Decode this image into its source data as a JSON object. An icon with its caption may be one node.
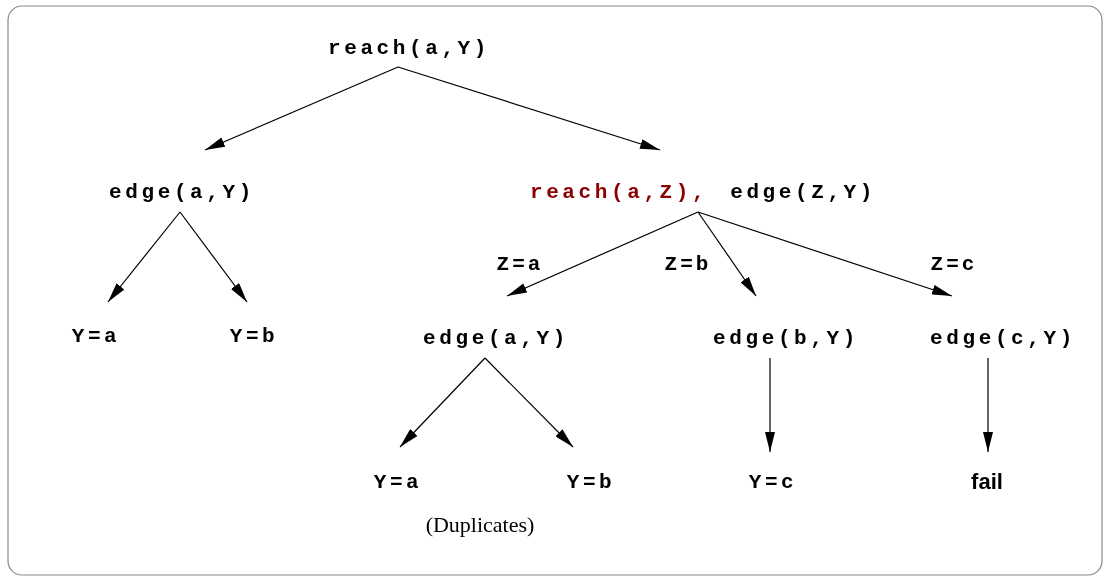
{
  "diagram": {
    "nodes": [
      {
        "text": [
          "reach(a,Y)"
        ]
      },
      {
        "text": [
          "edge(a,Y)"
        ]
      },
      {
        "text": [
          "reach(a,Z),",
          "edge(Z,Y)"
        ]
      },
      {
        "text": [
          "Y=a"
        ]
      },
      {
        "text": [
          "Y=b"
        ]
      },
      {
        "text": [
          "edge(a,Y)"
        ]
      },
      {
        "text": [
          "edge(b,Y)"
        ]
      },
      {
        "text": [
          "edge(c,Y)"
        ]
      },
      {
        "text": [
          "Y=a"
        ]
      },
      {
        "text": [
          "Y=b"
        ]
      },
      {
        "text": [
          "Y=c"
        ]
      },
      {
        "text": [
          "fail"
        ]
      }
    ],
    "edges": [
      {
        "from": 0,
        "to": 1,
        "arrow": "to"
      },
      {
        "from": 0,
        "to": 2,
        "arrow": "to"
      },
      {
        "from": 1,
        "to": 3,
        "arrow": "to"
      },
      {
        "from": 1,
        "to": 4,
        "arrow": "to"
      },
      {
        "from": 2,
        "to": 5,
        "arrow": "to",
        "label": "Z=a"
      },
      {
        "from": 2,
        "to": 6,
        "arrow": "to",
        "label": "Z=b"
      },
      {
        "from": 2,
        "to": 7,
        "arrow": "to",
        "label": "Z=c"
      },
      {
        "from": 5,
        "to": 8,
        "arrow": "to"
      },
      {
        "from": 5,
        "to": 9,
        "arrow": "to"
      },
      {
        "from": 6,
        "to": 10,
        "arrow": "to"
      },
      {
        "from": 7,
        "to": 11,
        "arrow": "to"
      }
    ],
    "labels": [
      "(Duplicates)"
    ]
  }
}
